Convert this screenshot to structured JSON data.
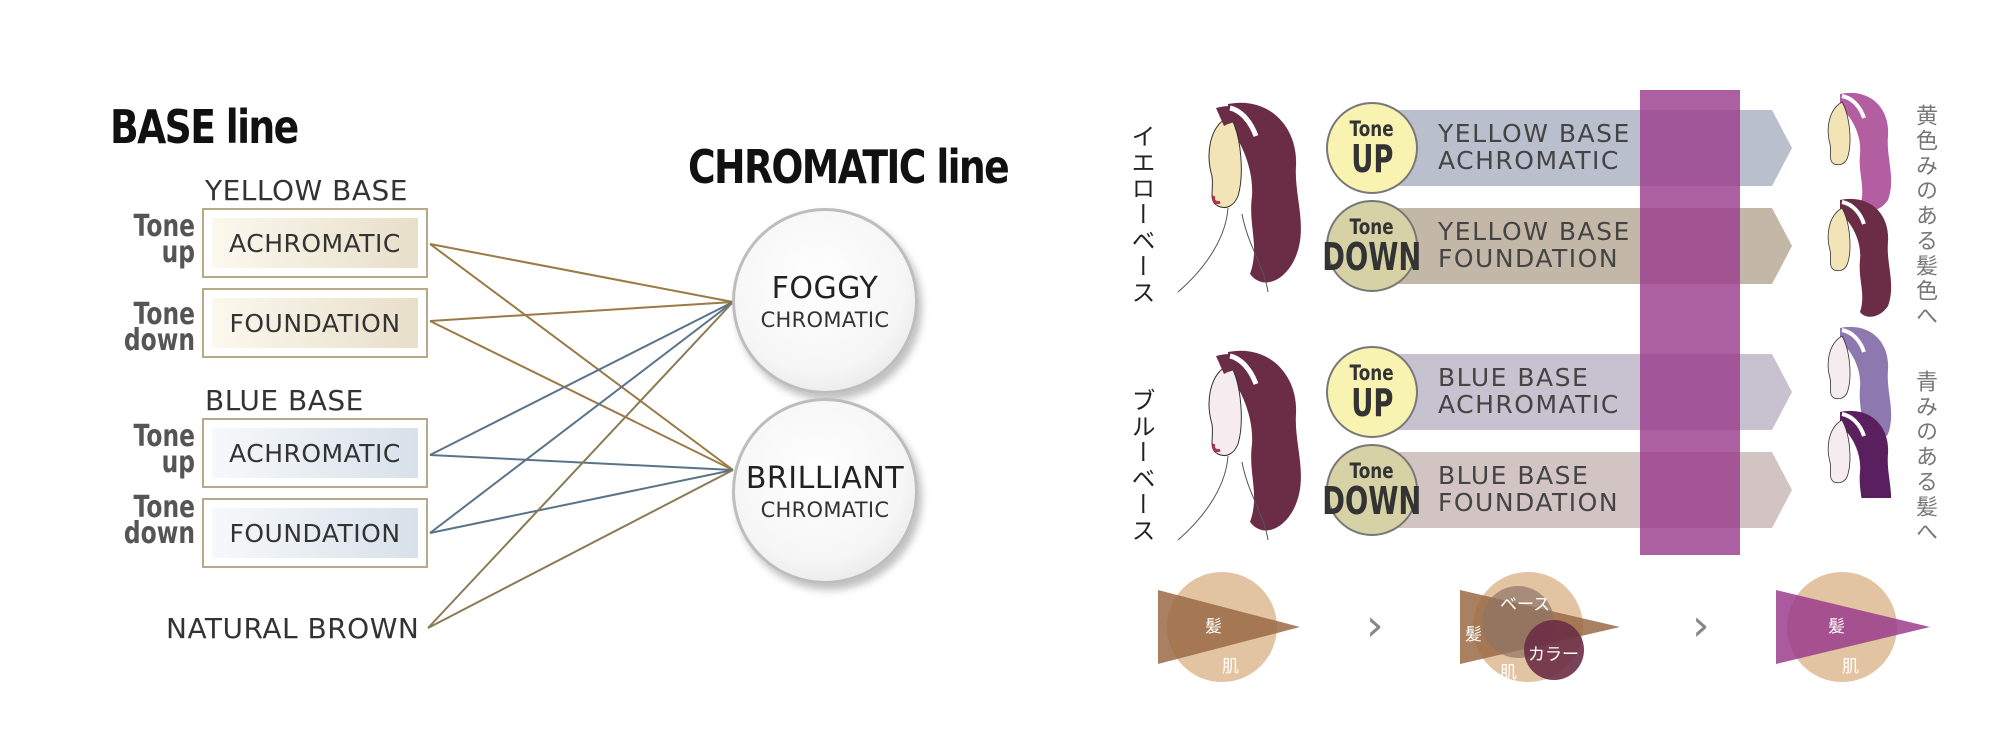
{
  "left": {
    "base_title": "BASE line",
    "chromatic_title": "CHROMATIC line",
    "yellow_base_label": "YELLOW BASE",
    "blue_base_label": "BLUE BASE",
    "tone_up": [
      "Tone",
      "up"
    ],
    "tone_down": [
      "Tone",
      "down"
    ],
    "boxes": [
      {
        "label": "ACHROMATIC"
      },
      {
        "label": "FOUNDATION"
      },
      {
        "label": "ACHROMATIC"
      },
      {
        "label": "FOUNDATION"
      }
    ],
    "natural_brown": "NATURAL BROWN",
    "foggy": [
      "FOGGY",
      "CHROMATIC"
    ],
    "brilliant": [
      "BRILLIANT",
      "CHROMATIC"
    ],
    "colors": {
      "yellow_line": "#9a7a45",
      "blue_line": "#5b7389",
      "brown_line": "#8a7a55"
    }
  },
  "right": {
    "yellow_base_jp": "イエローベース",
    "blue_base_jp": "ブルーベース",
    "to_yellow_hair_jp": "黄色みのある髪色へ",
    "to_blue_hair_jp": "青みのある髪へ",
    "bands": [
      {
        "tone1": "Tone",
        "tone2": "UP",
        "line1": "YELLOW BASE",
        "line2": "ACHROMATIC",
        "color": "#b9bfcc"
      },
      {
        "tone1": "Tone",
        "tone2": "DOWN",
        "line1": "YELLOW BASE",
        "line2": "FOUNDATION",
        "color": "#c3b7a8"
      },
      {
        "tone1": "Tone",
        "tone2": "UP",
        "line1": "BLUE BASE",
        "line2": "ACHROMATIC",
        "color": "#c7c2cf"
      },
      {
        "tone1": "Tone",
        "tone2": "DOWN",
        "line1": "BLUE BASE",
        "line2": "FOUNDATION",
        "color": "#d2c4c2"
      }
    ],
    "overlay_color": "#9b3d8c",
    "diagram": {
      "hair": "髪",
      "skin": "肌",
      "base": "ベース",
      "color": "カラー",
      "chevron": "›"
    }
  }
}
